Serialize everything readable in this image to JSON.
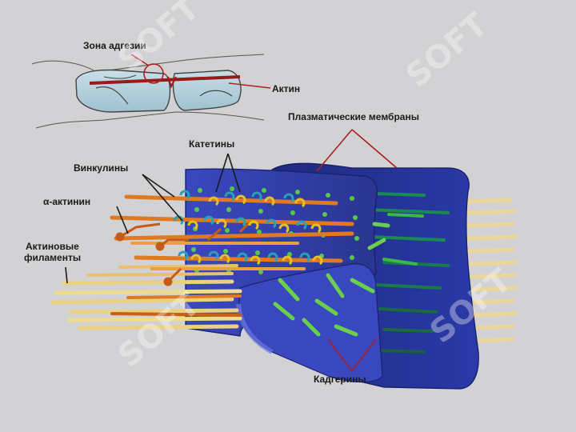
{
  "labels": {
    "adhesion_zone": "Зона адгезии",
    "actin": "Актин",
    "plasma_membranes": "Плазматические мембраны",
    "catenins": "Катетины",
    "vinculins": "Винкулины",
    "alpha_actinin": "α-актинин",
    "actin_filaments_1": "Актиновые",
    "actin_filaments_2": "филаменты",
    "cadherins": "Кадгерины"
  },
  "watermark": "SOFT",
  "colors": {
    "background": "#d2d2d4",
    "membrane_blue": "#2a3aa8",
    "membrane_dark": "#1a2470",
    "cadherin_green": "#6ad04a",
    "actin_orange": "#e07a20",
    "catenin_yellow": "#e8c020",
    "vinculin_teal": "#2aa0b0",
    "filament_yellow": "#e8d080",
    "pointer_red": "#a82020"
  }
}
